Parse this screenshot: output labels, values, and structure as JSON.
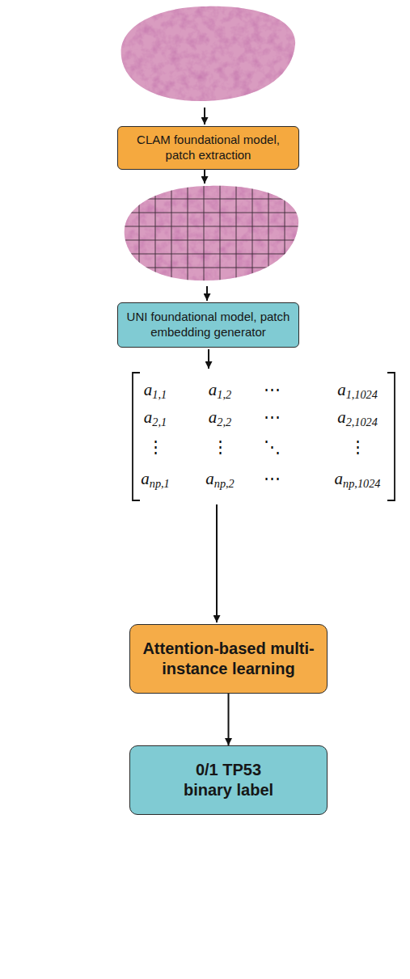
{
  "diagram": {
    "nodes": [
      {
        "text": [
          "CLAM foundational model, patch extraction"
        ]
      },
      {
        "text": [
          "UNI foundational model, patch embedding generator"
        ]
      },
      {
        "text": [
          "Attention-based multi-instance learning"
        ]
      },
      {
        "text": [
          "0/1 TP53 binary label"
        ]
      }
    ],
    "edges": [
      {
        "from": 2,
        "to": 3,
        "arrow": "to"
      }
    ],
    "labels": [
      "a1,1",
      "a1,2",
      "⋯",
      "a1,1024",
      "a2,1",
      "a2,2",
      "⋯",
      "a2,1024",
      "⋮",
      "⋮",
      "⋱",
      "⋮",
      "anp,1",
      "anp,2",
      "⋯",
      "anp,1024"
    ]
  }
}
